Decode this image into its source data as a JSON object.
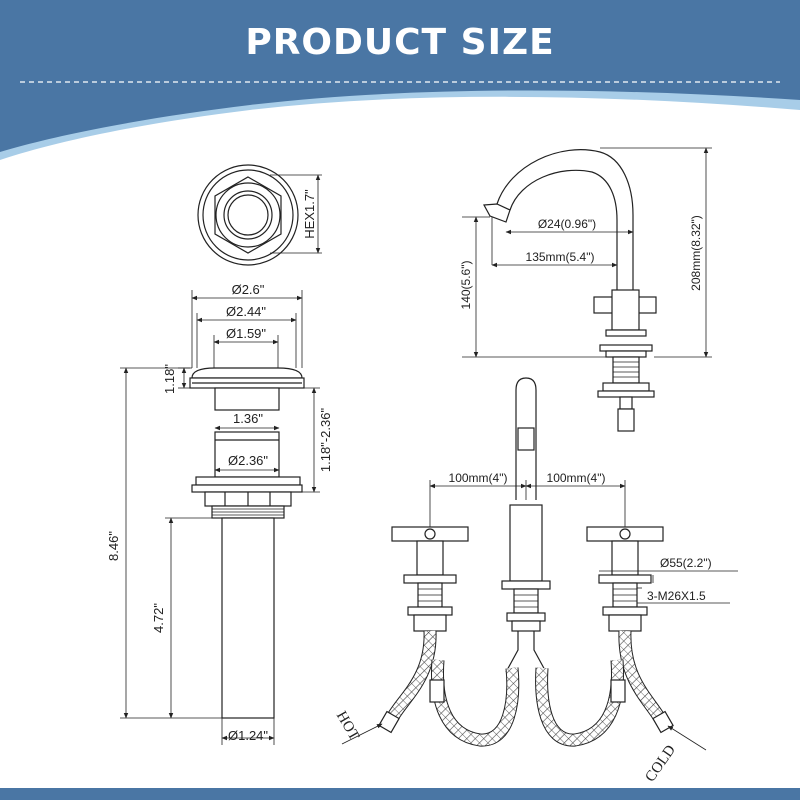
{
  "header": {
    "title": "PRODUCT SIZE",
    "bg_color": "#4a76a4",
    "wave_color": "#a8cde8"
  },
  "drain": {
    "hex": "HEX1.7\"",
    "flange_dia": "Ø2.6\"",
    "cap_dia": "Ø2.44\"",
    "inner_dia": "Ø1.59\"",
    "cap_height": "1.18\"",
    "neck_dia": "1.36\"",
    "body_dia": "Ø2.36\"",
    "body_range": "1.18\"-2.36\"",
    "total_height": "8.46\"",
    "pipe_length": "4.72\"",
    "pipe_dia": "Ø1.24\""
  },
  "faucet_side": {
    "spout_dia": "Ø24(0.96\")",
    "reach": "135mm(5.4\")",
    "spout_height": "140(5.6\")",
    "total_height": "208mm(8.32\")"
  },
  "faucet_front": {
    "left_spacing": "100mm(4\")",
    "right_spacing": "100mm(4\")",
    "base_dia": "Ø55(2.2\")",
    "thread": "3-M26X1.5",
    "hot_label": "HOT",
    "cold_label": "COLD"
  }
}
